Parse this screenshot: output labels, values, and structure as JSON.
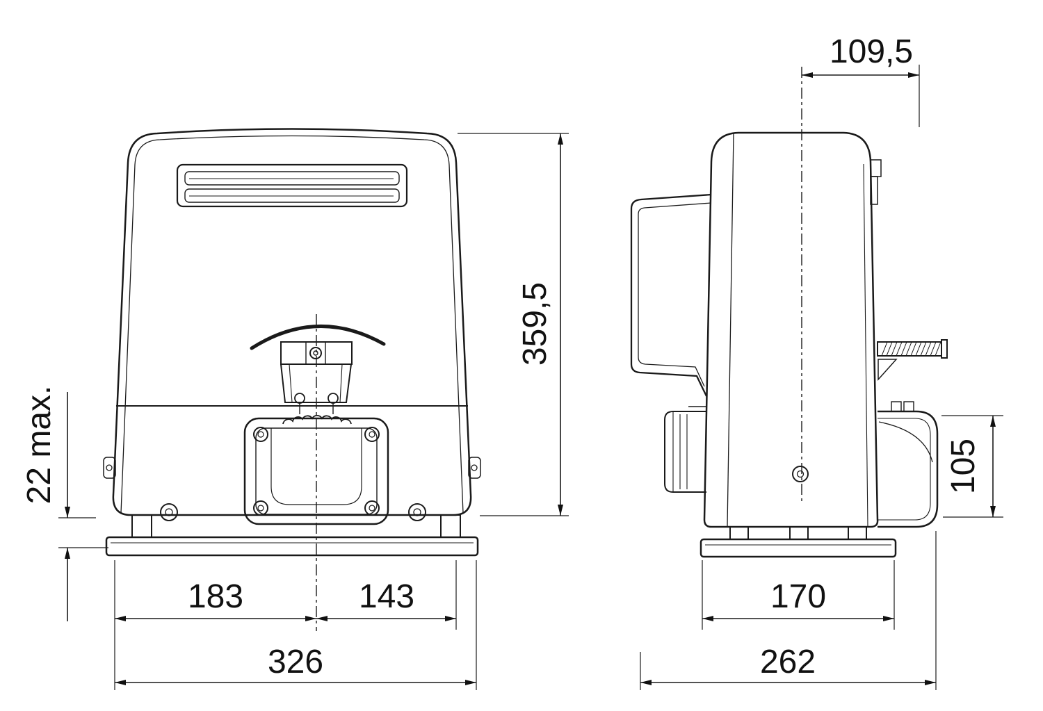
{
  "page": {
    "background": "#ffffff",
    "line_color": "#1a1a1a"
  },
  "drawing": {
    "kind": "technical-dimension-drawing",
    "views": [
      "front-view",
      "side-view"
    ]
  },
  "dimensions": {
    "front_height": "359,5",
    "front_clearance": "22 max.",
    "front_width_left": "183",
    "front_width_right": "143",
    "front_width_total": "326",
    "side_offset_top": "109,5",
    "side_base_width": "170",
    "side_depth_total": "262",
    "side_motor_height": "105"
  }
}
